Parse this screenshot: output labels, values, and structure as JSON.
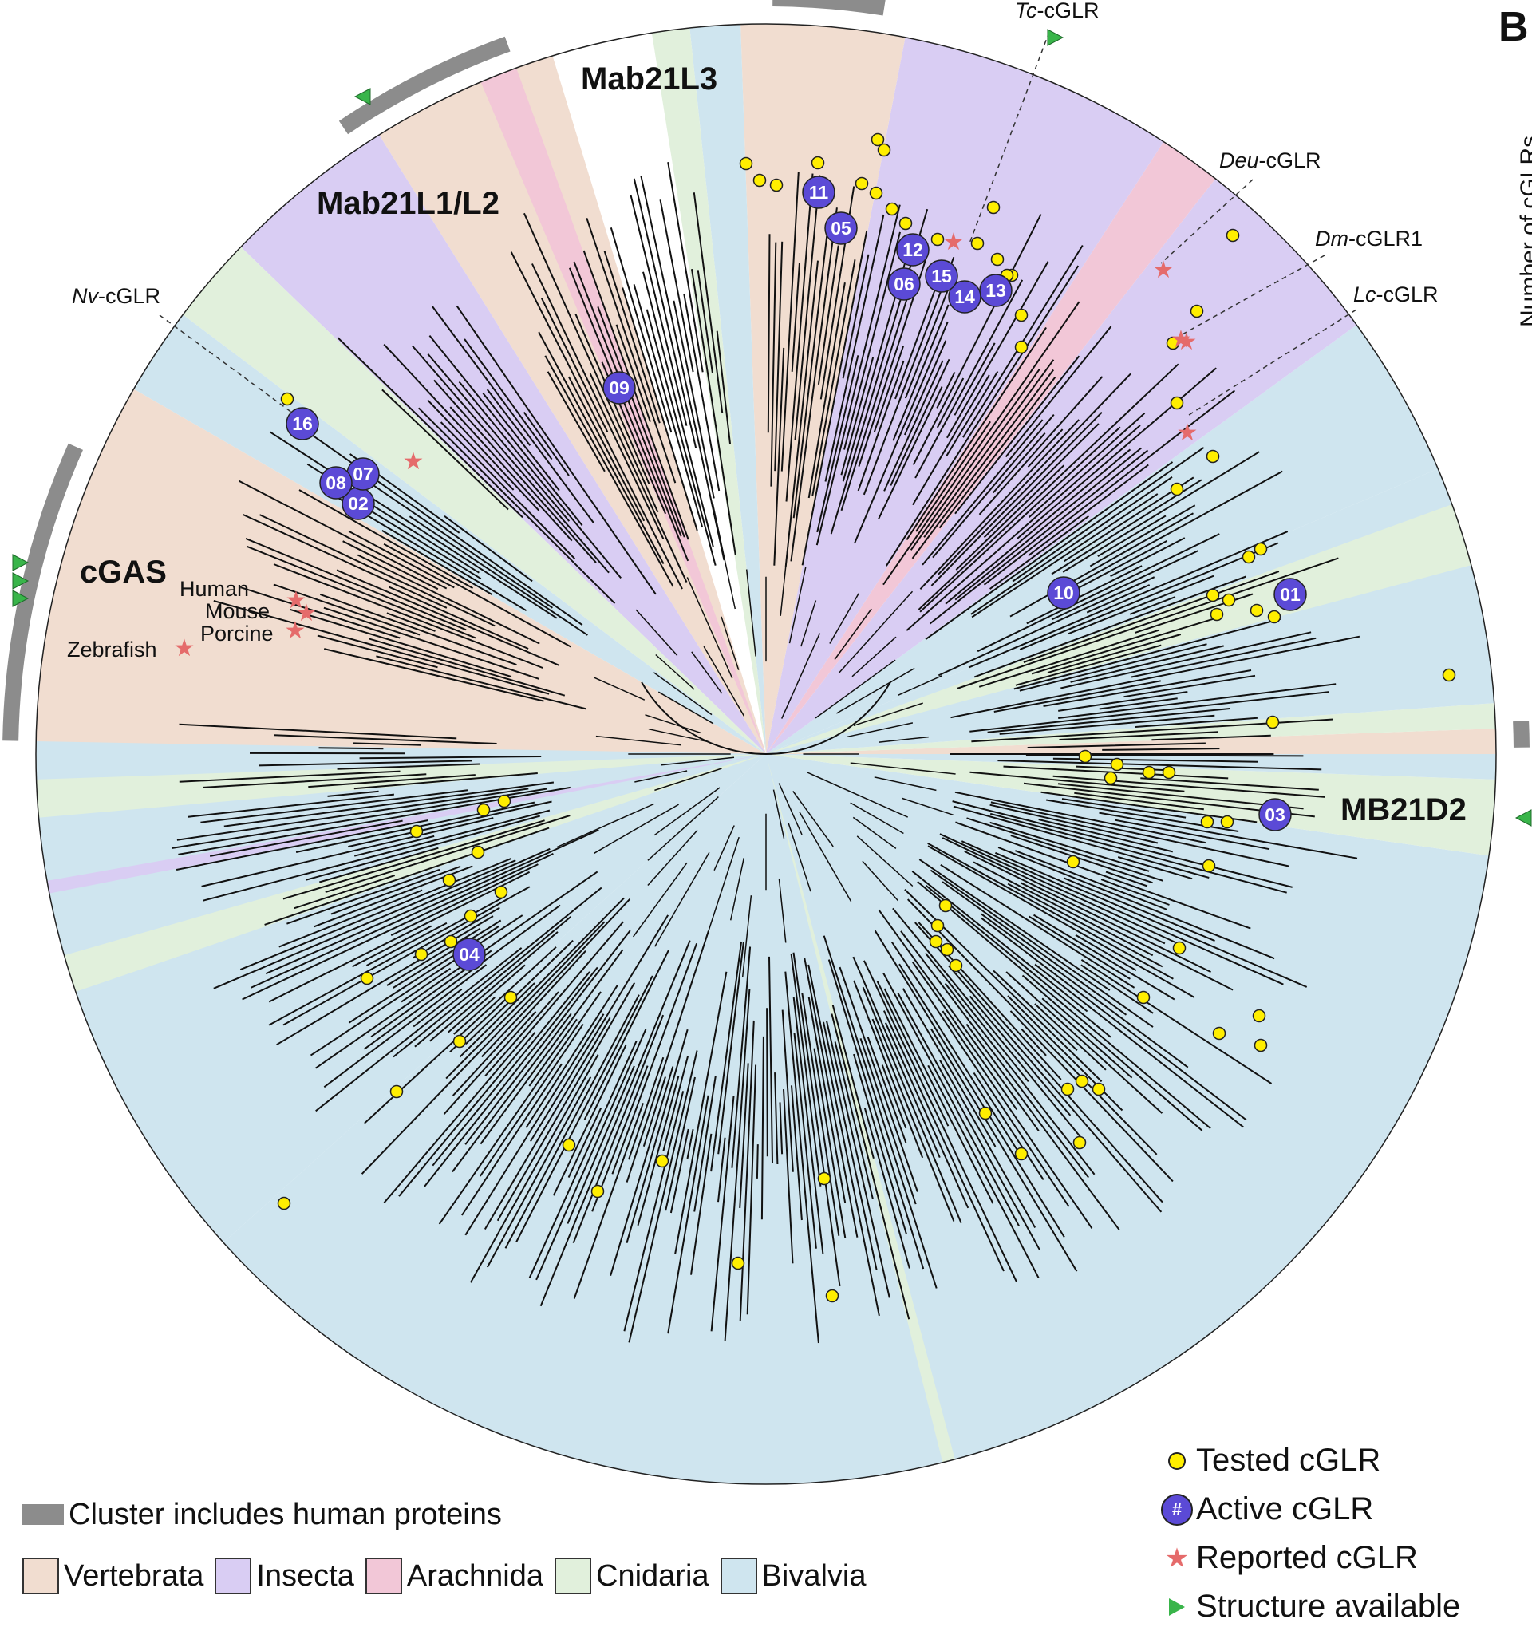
{
  "panel_letter": "B",
  "side_label": "Number of cGLRs",
  "clades": {
    "mab21l3": "Mab21L3",
    "mab21l1l2": "Mab21L1/L2",
    "cgas": "cGAS",
    "mb21d2": "MB21D2"
  },
  "gene_labels": {
    "tc": {
      "italic": "Tc",
      "rest": "-cGLR"
    },
    "deu": {
      "italic": "Deu",
      "rest": "-cGLR"
    },
    "dm": {
      "italic": "Dm",
      "rest": "-cGLR1"
    },
    "lc": {
      "italic": "Lc",
      "rest": "-cGLR"
    },
    "nv": {
      "italic": "Nv",
      "rest": "-cGLR"
    }
  },
  "species_labels": {
    "human": "Human",
    "mouse": "Mouse",
    "porcine": "Porcine",
    "zebrafish": "Zebrafish"
  },
  "active_cglrs": [
    "01",
    "02",
    "03",
    "04",
    "05",
    "06",
    "07",
    "08",
    "09",
    "10",
    "11",
    "12",
    "13",
    "14",
    "15",
    "16"
  ],
  "legend": {
    "cluster": "Cluster includes human proteins",
    "taxa": [
      {
        "name": "Vertebrata",
        "color": "#f1ddd0"
      },
      {
        "name": "Insecta",
        "color": "#d9cdf3"
      },
      {
        "name": "Arachnida",
        "color": "#f2c7d7"
      },
      {
        "name": "Cnidaria",
        "color": "#e1f0dc"
      },
      {
        "name": "Bivalvia",
        "color": "#cfe5ef"
      }
    ],
    "markers": {
      "tested": "Tested cGLR",
      "active": "Active cGLR",
      "active_symbol": "#",
      "reported": "Reported cGLR",
      "structure": "Structure available"
    }
  },
  "colors": {
    "vertebrata": "#f1ddd0",
    "insecta": "#d9cdf3",
    "arachnida": "#f2c7d7",
    "cnidaria": "#e1f0dc",
    "bivalvia": "#cfe5ef",
    "cluster_bar": "#8c8c8c",
    "tested_dot": "#ffee00",
    "active_badge": "#5b4ad6",
    "reported_star": "#e56b6b",
    "structure_triangle": "#39b54a"
  }
}
